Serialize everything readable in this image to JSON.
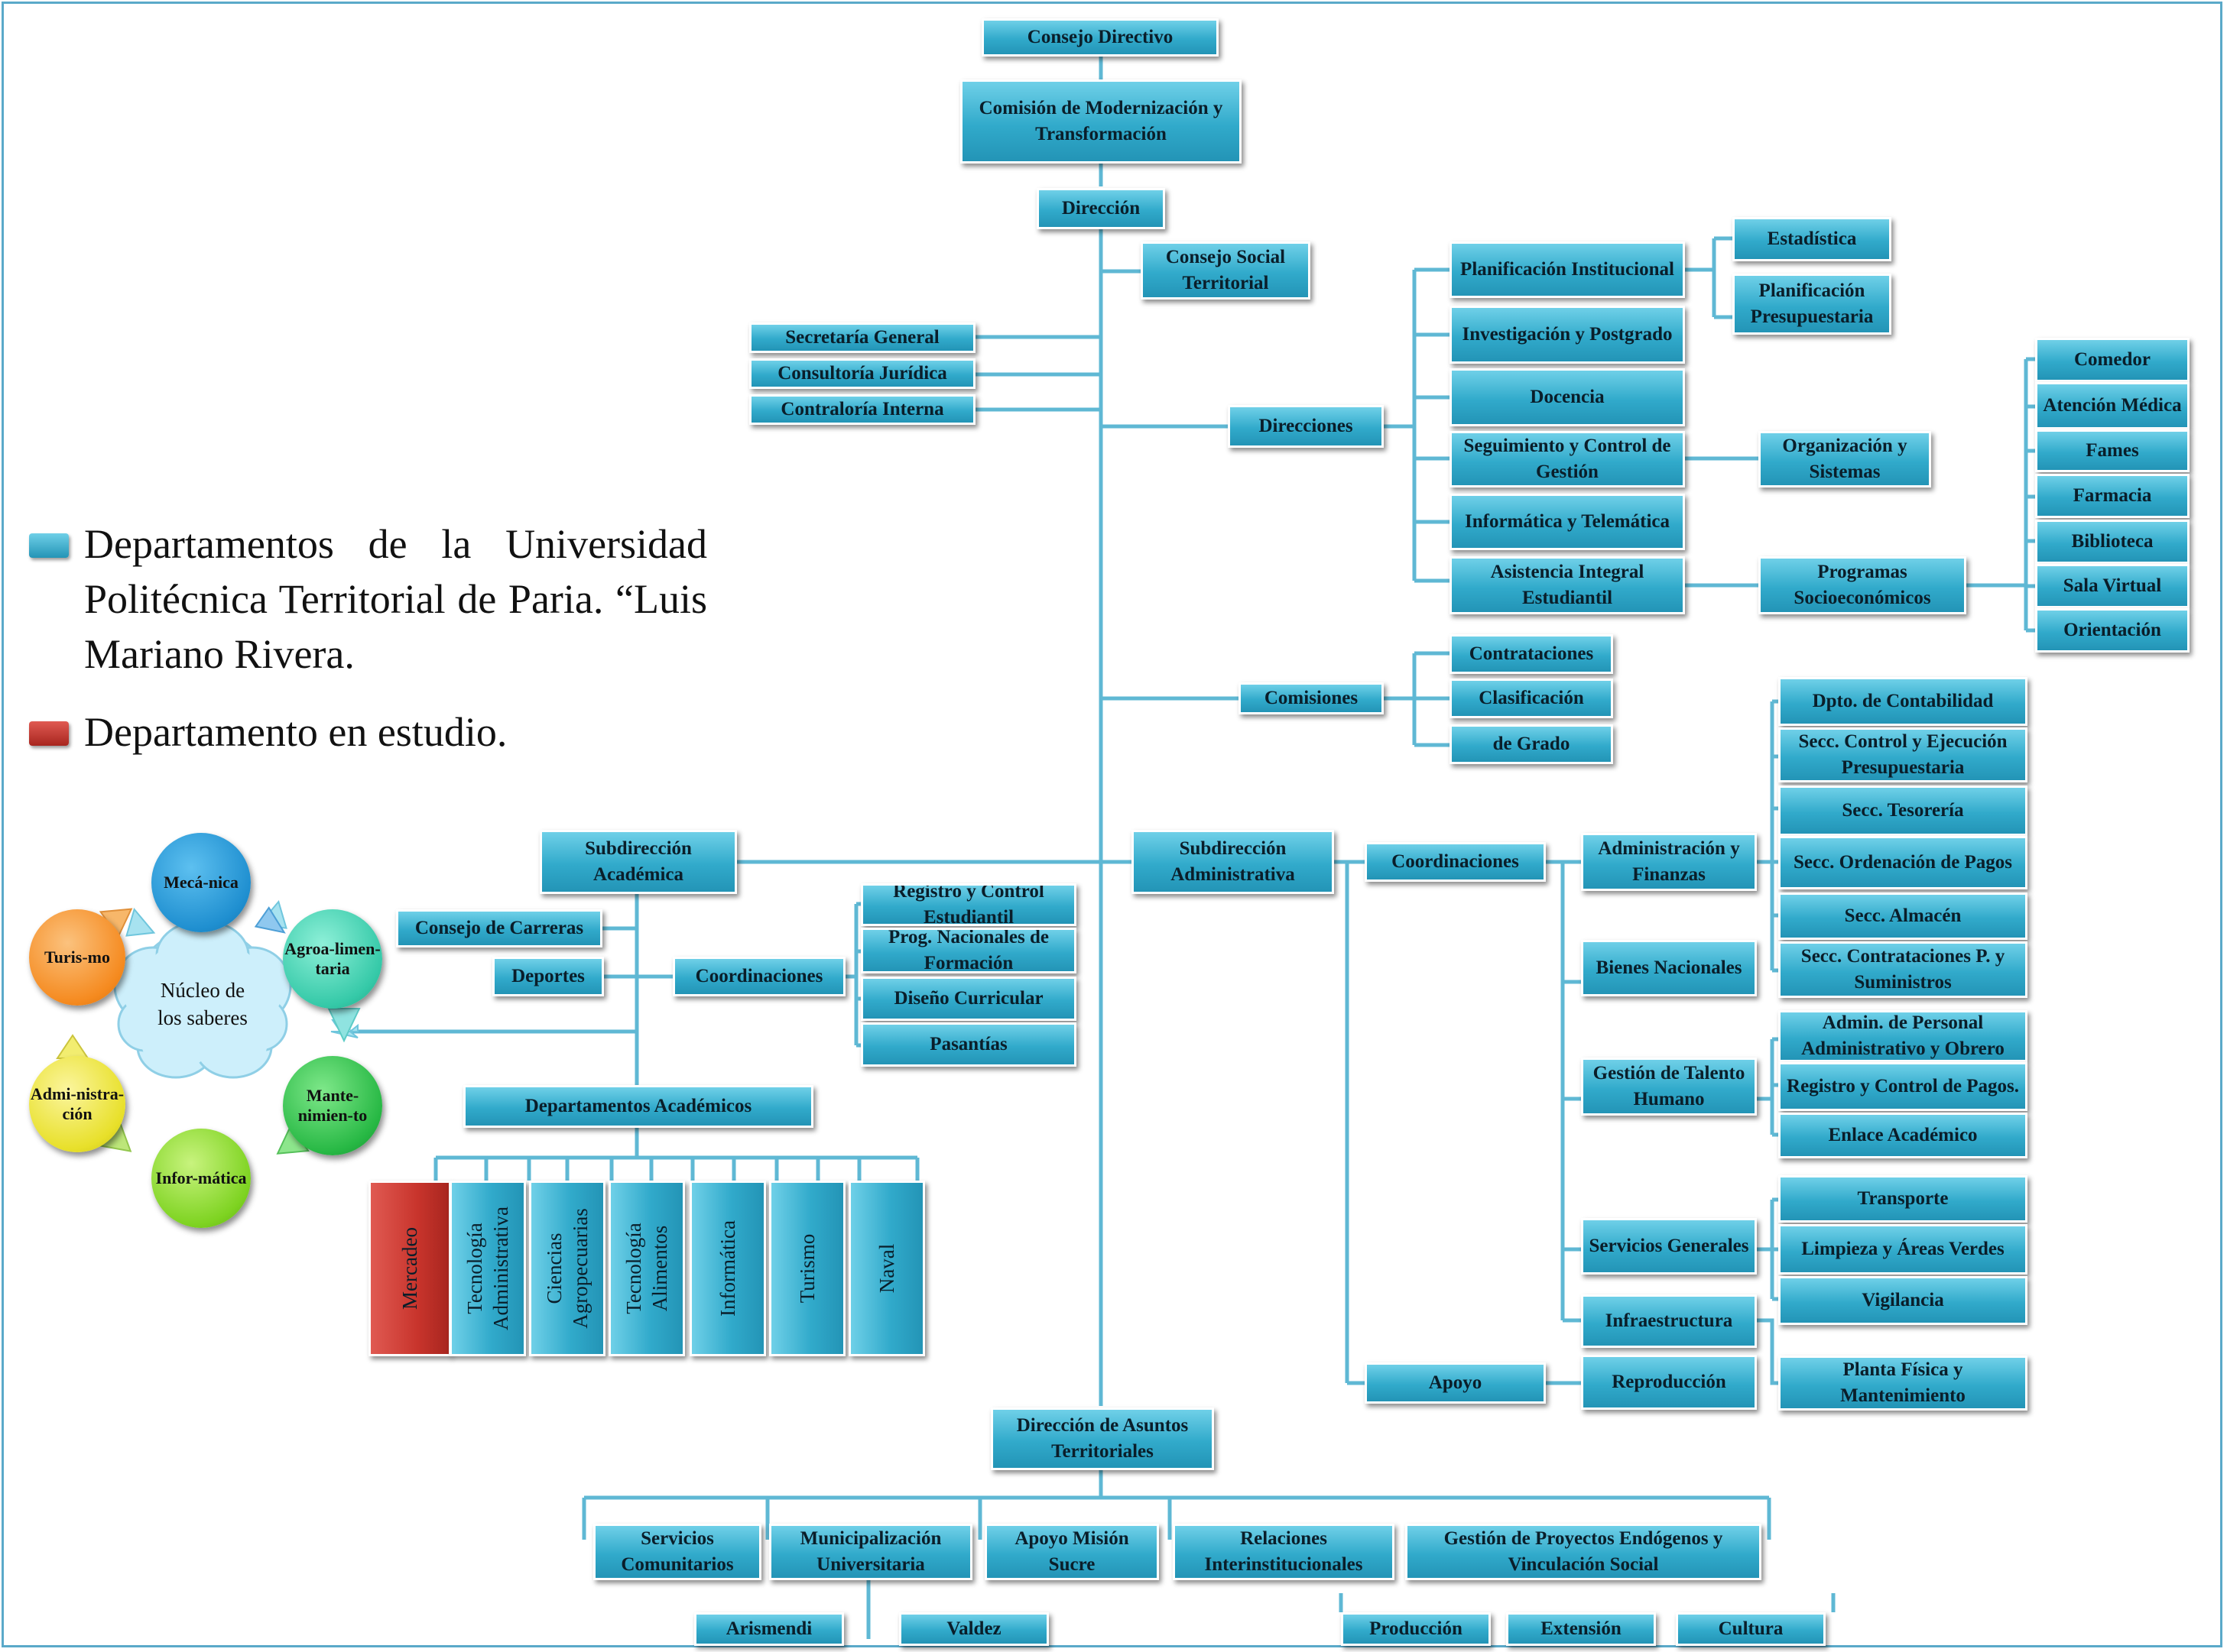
{
  "legend": {
    "blue_text": "Departamentos de la Universidad Politécnica Territorial de Paria. “Luis Mariano Rivera.",
    "red_text": "Departamento en estudio.",
    "blue_color": "#31aacb",
    "red_color": "#c8342c"
  },
  "top": {
    "consejo_directivo": "Consejo Directivo",
    "comision_modernizacion": "Comisión de Modernización y Transformación",
    "direccion": "Dirección",
    "consejo_social": "Consejo Social Territorial",
    "secretaria": "Secretaría General",
    "consultoria": "Consultoría Jurídica",
    "contraloria": "Contraloría Interna"
  },
  "direcciones": {
    "label": "Direcciones",
    "items": [
      "Planificación Institucional",
      "Investigación y Postgrado",
      "Docencia",
      "Seguimiento y Control de Gestión",
      "Informática y Telemática",
      "Asistencia Integral Estudiantil"
    ],
    "planificacion_children": [
      "Estadística",
      "Planificación Presupuestaria"
    ],
    "seguimiento_child": "Organización y Sistemas",
    "asistencia_child": "Programas Socioeconómicos",
    "programas_children": [
      "Comedor",
      "Atención Médica",
      "Fames",
      "Farmacia",
      "Biblioteca",
      "Sala Virtual",
      "Orientación"
    ]
  },
  "comisiones": {
    "label": "Comisiones",
    "items": [
      "Contrataciones",
      "Clasificación",
      "de Grado"
    ]
  },
  "academica": {
    "label": "Subdirección Académica",
    "consejo_carreras": "Consejo de Carreras",
    "deportes": "Deportes",
    "coordinaciones": "Coordinaciones",
    "coord_items": [
      "Registro y Control Estudiantil",
      "Prog. Nacionales de Formación",
      "Diseño Curricular",
      "Pasantías"
    ],
    "departamentos": "Departamentos Académicos",
    "dept_items": [
      "Mercadeo",
      "Tecnología Administrativa",
      "Ciencias Agropecuarias",
      "Tecnología Alimentos",
      "Informática",
      "Turismo",
      "Naval"
    ]
  },
  "administrativa": {
    "label": "Subdirección Administrativa",
    "coordinaciones": "Coordinaciones",
    "apoyo": "Apoyo",
    "reproduccion": "Reproducción",
    "admin_finanzas": "Administración y Finanzas",
    "af_items": [
      "Dpto. de Contabilidad",
      "Secc. Control y Ejecución Presupuestaria",
      "Secc. Tesorería",
      "Secc. Ordenación de Pagos",
      "Secc. Almacén",
      "Secc. Contrataciones P. y Suministros"
    ],
    "bienes": "Bienes Nacionales",
    "talento": "Gestión de Talento Humano",
    "talento_items": [
      "Admin. de Personal Administrativo y Obrero",
      "Registro y Control de Pagos.",
      "Enlace Académico"
    ],
    "servicios": "Servicios Generales",
    "servicios_items": [
      "Transporte",
      "Limpieza y Áreas Verdes",
      "Vigilancia"
    ],
    "infraestructura": "Infraestructura",
    "planta": "Planta Física y Mantenimiento"
  },
  "territoriales": {
    "label": "Dirección de Asuntos Territoriales",
    "items": [
      "Servicios Comunitarios",
      "Municipalización Universitaria",
      "Apoyo Misión Sucre",
      "Relaciones Interinstitucionales",
      "Gestión de Proyectos Endógenos y Vinculación Social"
    ],
    "municipalizacion_children": [
      "Arismendi",
      "Valdez"
    ],
    "gestion_children": [
      "Producción",
      "Extensión",
      "Cultura"
    ]
  },
  "nucleo": {
    "center": "Núcleo de los saberes",
    "mecanica": "Mecá-nica",
    "agroalimentaria": "Agroa-limen-taria",
    "mantenimiento": "Mante-nimien-to",
    "informatica": "Infor-mática",
    "administracion": "Admi-nistra-ción",
    "turismo": "Turis-mo",
    "colors": {
      "mecanica": "#1f8fd0",
      "agro": "#35c9a8",
      "mante": "#27b844",
      "infor": "#7ed321",
      "admin": "#e8e02a",
      "turismo": "#f58a1f"
    }
  }
}
